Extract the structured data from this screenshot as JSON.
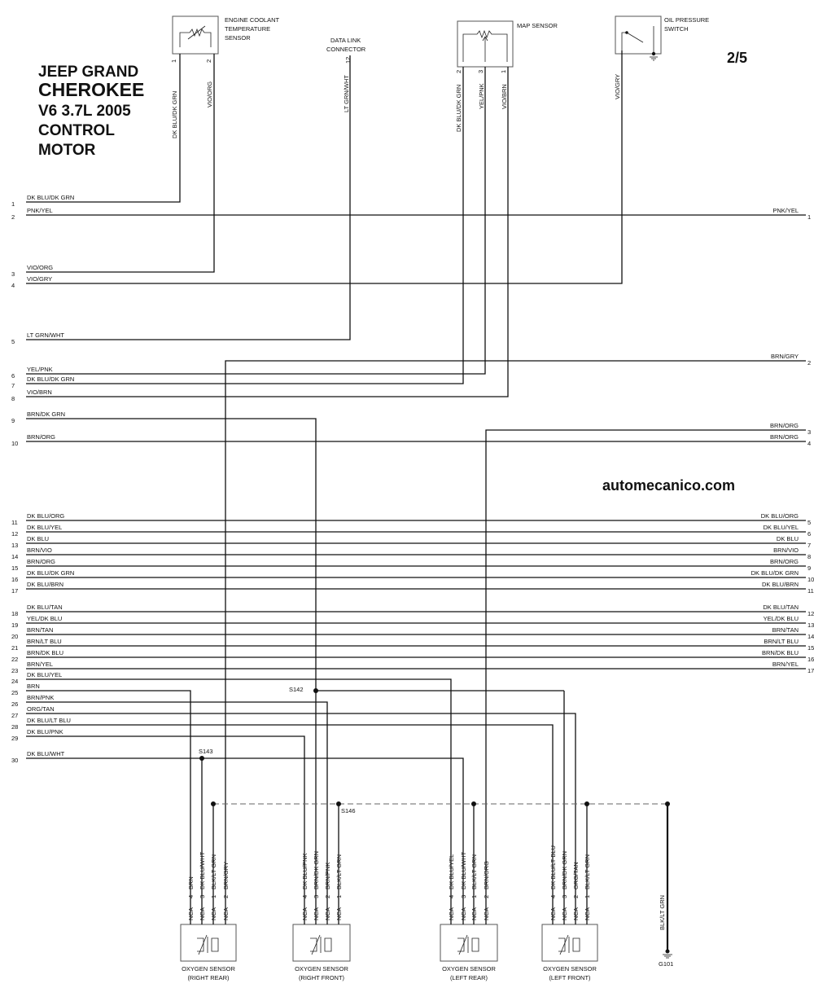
{
  "title": {
    "line1": "JEEP GRAND",
    "line2": "CHEROKEE",
    "line3": "V6 3.7L 2005",
    "line4": "CONTROL",
    "line5": "MOTOR"
  },
  "page_number": "2/5",
  "watermark": "automecanico.com",
  "components": {
    "ect": {
      "name_line1": "ENGINE COOLANT",
      "name_line2": "TEMPERATURE",
      "name_line3": "SENSOR",
      "pin1": "1",
      "pin2": "2",
      "wire1": "DK BLU/DK GRN",
      "wire2": "VIO/ORG"
    },
    "dlc": {
      "name_line1": "DATA LINK",
      "name_line2": "CONNECTOR",
      "pin": "12",
      "wire": "LT GRN/WHT"
    },
    "map": {
      "name": "MAP SENSOR",
      "pin2": "2",
      "pin3": "3",
      "pin1": "1",
      "wire2": "DK BLU/DK GRN",
      "wire3": "YEL/PNK",
      "wire1": "VIO/BRN"
    },
    "ops": {
      "name_line1": "OIL PRESSURE",
      "name_line2": "SWITCH",
      "wire": "VIO/GRY"
    }
  },
  "left_connector": [
    {
      "pin": "1",
      "label": "DK BLU/DK GRN"
    },
    {
      "pin": "2",
      "label": "PNK/YEL"
    },
    {
      "pin": "3",
      "label": "VIO/ORG"
    },
    {
      "pin": "4",
      "label": "VIO/GRY"
    },
    {
      "pin": "5",
      "label": "LT GRN/WHT"
    },
    {
      "pin": "6",
      "label": "YEL/PNK"
    },
    {
      "pin": "7",
      "label": "DK BLU/DK GRN"
    },
    {
      "pin": "8",
      "label": "VIO/BRN"
    },
    {
      "pin": "9",
      "label": "BRN/DK GRN"
    },
    {
      "pin": "10",
      "label": "BRN/ORG"
    },
    {
      "pin": "11",
      "label": "DK BLU/ORG"
    },
    {
      "pin": "12",
      "label": "DK BLU/YEL"
    },
    {
      "pin": "13",
      "label": "DK BLU"
    },
    {
      "pin": "14",
      "label": "BRN/VIO"
    },
    {
      "pin": "15",
      "label": "BRN/ORG"
    },
    {
      "pin": "16",
      "label": "DK BLU/DK GRN"
    },
    {
      "pin": "17",
      "label": "DK BLU/BRN"
    },
    {
      "pin": "18",
      "label": "DK BLU/TAN"
    },
    {
      "pin": "19",
      "label": "YEL/DK BLU"
    },
    {
      "pin": "20",
      "label": "BRN/TAN"
    },
    {
      "pin": "21",
      "label": "BRN/LT BLU"
    },
    {
      "pin": "22",
      "label": "BRN/DK BLU"
    },
    {
      "pin": "23",
      "label": "BRN/YEL"
    },
    {
      "pin": "24",
      "label": "DK BLU/YEL"
    },
    {
      "pin": "25",
      "label": "BRN"
    },
    {
      "pin": "26",
      "label": "BRN/PNK"
    },
    {
      "pin": "27",
      "label": "ORG/TAN"
    },
    {
      "pin": "28",
      "label": "DK BLU/LT BLU"
    },
    {
      "pin": "29",
      "label": "DK BLU/PNK"
    },
    {
      "pin": "30",
      "label": "DK BLU/WHT"
    }
  ],
  "right_connector": [
    {
      "pin": "1",
      "label": "PNK/YEL"
    },
    {
      "pin": "2",
      "label": "BRN/GRY"
    },
    {
      "pin": "3",
      "label": "BRN/ORG"
    },
    {
      "pin": "4",
      "label": "BRN/ORG"
    },
    {
      "pin": "5",
      "label": "DK BLU/ORG"
    },
    {
      "pin": "6",
      "label": "DK BLU/YEL"
    },
    {
      "pin": "7",
      "label": "DK BLU"
    },
    {
      "pin": "8",
      "label": "BRN/VIO"
    },
    {
      "pin": "9",
      "label": "BRN/ORG"
    },
    {
      "pin": "10",
      "label": "DK BLU/DK GRN"
    },
    {
      "pin": "11",
      "label": "DK BLU/BRN"
    },
    {
      "pin": "12",
      "label": "DK BLU/TAN"
    },
    {
      "pin": "13",
      "label": "YEL/DK BLU"
    },
    {
      "pin": "14",
      "label": "BRN/TAN"
    },
    {
      "pin": "15",
      "label": "BRN/LT BLU"
    },
    {
      "pin": "16",
      "label": "BRN/DK BLU"
    },
    {
      "pin": "17",
      "label": "BRN/YEL"
    }
  ],
  "splices": {
    "s142": "S142",
    "s143": "S143",
    "s146": "S146"
  },
  "oxygen_sensors": [
    {
      "name": "OXYGEN SENSOR",
      "position": "(RIGHT REAR)",
      "pins": [
        {
          "pin": "4",
          "wire": "BRN",
          "nca": "NCA"
        },
        {
          "pin": "3",
          "wire": "DK BLU/WHT",
          "nca": "NCA"
        },
        {
          "pin": "1",
          "wire": "BLK/LT GRN",
          "nca": "NCA"
        },
        {
          "pin": "2",
          "wire": "BRN/GRY",
          "nca": "NCA"
        }
      ]
    },
    {
      "name": "OXYGEN SENSOR",
      "position": "(RIGHT FRONT)",
      "pins": [
        {
          "pin": "4",
          "wire": "DK BLU/PNK",
          "nca": "NCA"
        },
        {
          "pin": "3",
          "wire": "BRN/DK GRN",
          "nca": "NCA"
        },
        {
          "pin": "2",
          "wire": "BRN/PNK",
          "nca": "NCA"
        },
        {
          "pin": "1",
          "wire": "BLK/LT GRN",
          "nca": "NCA"
        }
      ]
    },
    {
      "name": "OXYGEN SENSOR",
      "position": "(LEFT REAR)",
      "pins": [
        {
          "pin": "4",
          "wire": "DK BLU/YEL",
          "nca": "NCA"
        },
        {
          "pin": "3",
          "wire": "DK BLU/WHT",
          "nca": "NCA"
        },
        {
          "pin": "1",
          "wire": "BLK/LT GRN",
          "nca": "NCA"
        },
        {
          "pin": "2",
          "wire": "BRN/ORG",
          "nca": "NCA"
        }
      ]
    },
    {
      "name": "OXYGEN SENSOR",
      "position": "(LEFT FRONT)",
      "pins": [
        {
          "pin": "4",
          "wire": "DK BLU/LT BLU",
          "nca": "NCA"
        },
        {
          "pin": "3",
          "wire": "BRN/DK GRN",
          "nca": "NCA"
        },
        {
          "pin": "2",
          "wire": "ORG/TAN",
          "nca": "NCA"
        },
        {
          "pin": "1",
          "wire": "BLK/LT GRN",
          "nca": "NCA"
        }
      ]
    }
  ],
  "ground": {
    "wire": "BLK/LT GRN",
    "name": "G101"
  }
}
